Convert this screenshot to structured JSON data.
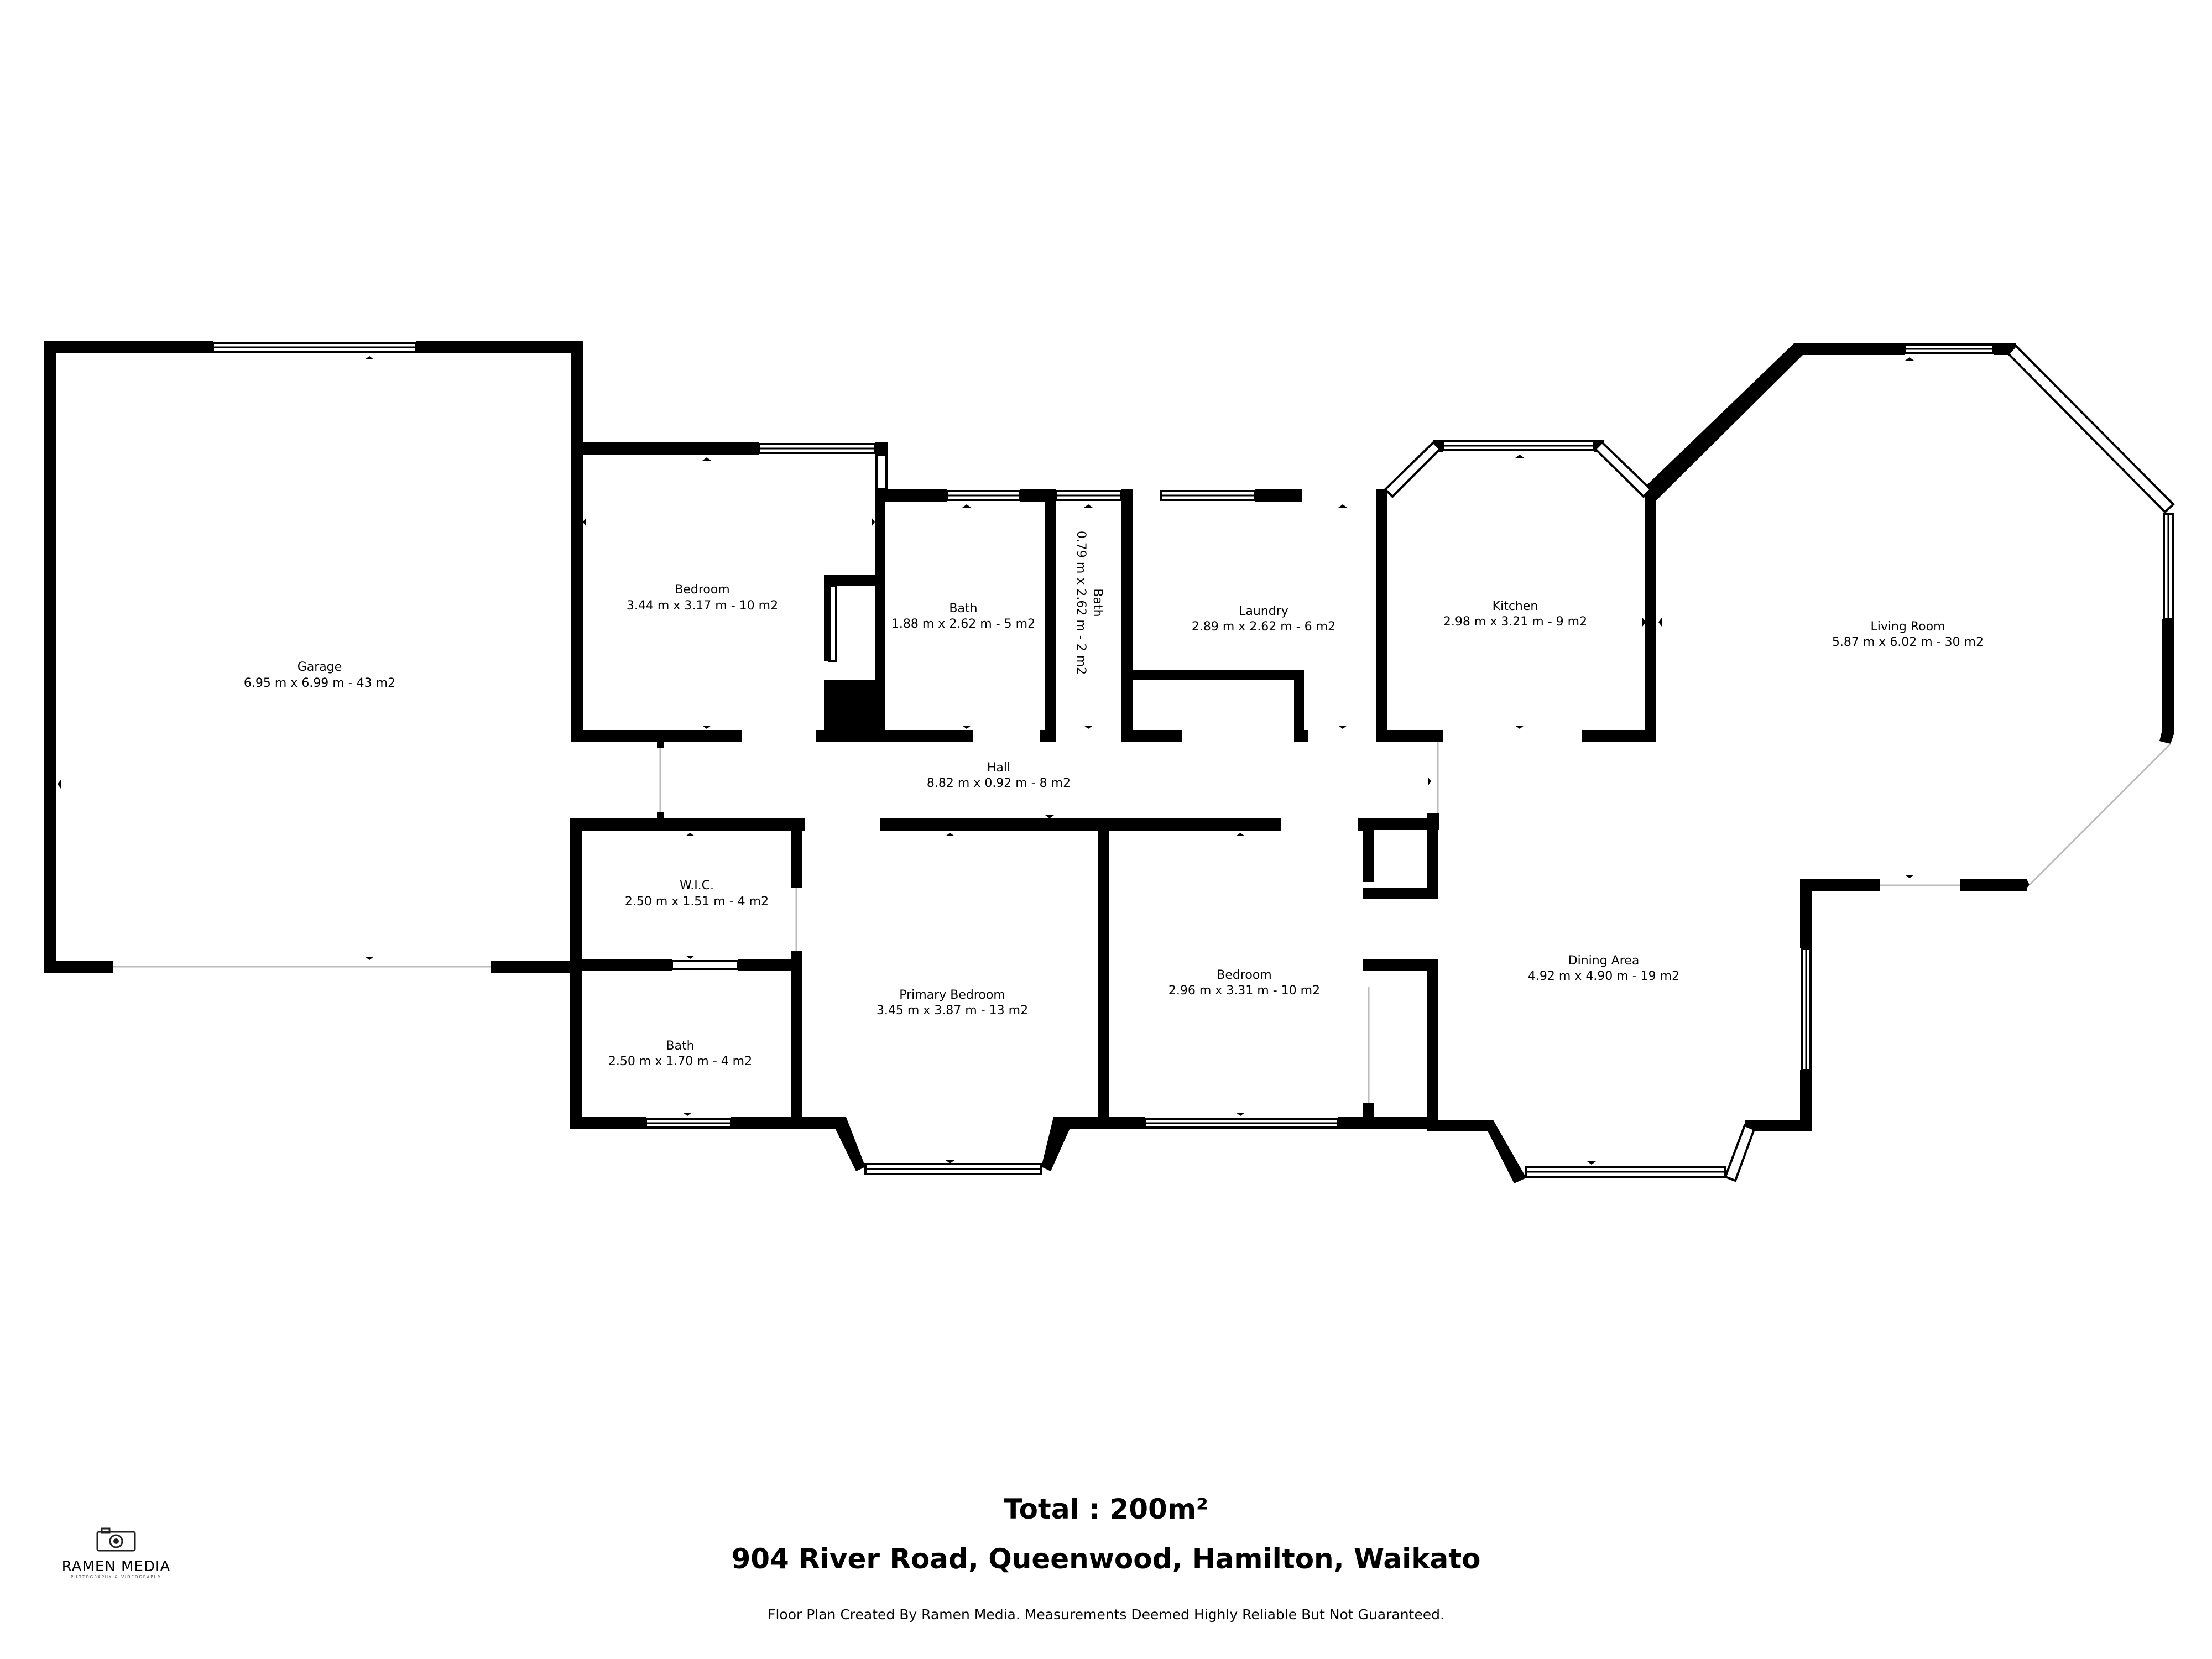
{
  "rooms": {
    "garage": {
      "name": "Garage",
      "dims": "6.95 m x 6.99 m - 43 m2"
    },
    "bedroom_top": {
      "name": "Bedroom",
      "dims": "3.44 m x 3.17 m - 10 m2"
    },
    "bath_top": {
      "name": "Bath",
      "dims": "1.88 m x 2.62 m - 5 m2"
    },
    "bath_small": {
      "name": "Bath",
      "dims": "0.79 m x 2.62 m - 2 m2"
    },
    "laundry": {
      "name": "Laundry",
      "dims": "2.89 m x 2.62 m - 6 m2"
    },
    "kitchen": {
      "name": "Kitchen",
      "dims": "2.98 m x 3.21 m - 9 m2"
    },
    "living": {
      "name": "Living Room",
      "dims": "5.87 m x 6.02 m - 30 m2"
    },
    "hall": {
      "name": "Hall",
      "dims": "8.82 m x 0.92 m - 8 m2"
    },
    "wic": {
      "name": "W.I.C.",
      "dims": "2.50 m x 1.51 m - 4 m2"
    },
    "bath_bottom": {
      "name": "Bath",
      "dims": "2.50 m x 1.70 m - 4 m2"
    },
    "primary": {
      "name": "Primary Bedroom",
      "dims": "3.45 m x 3.87 m - 13 m2"
    },
    "bedroom_bottom": {
      "name": "Bedroom",
      "dims": "2.96 m x 3.31 m - 10 m2"
    },
    "dining": {
      "name": "Dining Area",
      "dims": "4.92 m x 4.90 m - 19 m2"
    }
  },
  "footer": {
    "total": "Total : 200m²",
    "address": "904 River Road, Queenwood, Hamilton, Waikato",
    "disclaimer": "Floor Plan Created By Ramen Media. Measurements Deemed Highly Reliable But Not Guaranteed."
  },
  "logo": {
    "name": "RAMEN MEDIA",
    "tagline": "PHOTOGRAPHY & VIDEOGRAPHY",
    "icon": "camera-icon"
  }
}
